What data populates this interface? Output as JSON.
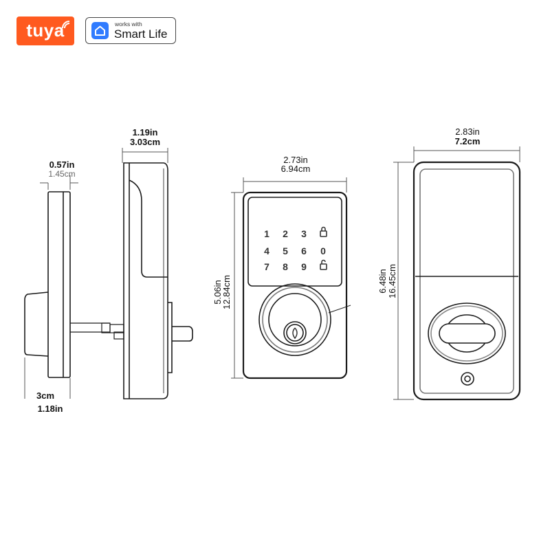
{
  "logos": {
    "tuya": {
      "label": "tuya",
      "color": "#ff5a1f"
    },
    "smart_life": {
      "small_text": "works with",
      "big_text": "Smart Life",
      "icon": "home-icon",
      "icon_color": "#2f7bff"
    }
  },
  "side_view_left": {
    "depth_in": "0.57in",
    "depth_cm": "1.45cm",
    "thickness_cm": "3cm",
    "thickness_in": "1.18in"
  },
  "side_view_right": {
    "depth_in": "1.19in",
    "depth_cm": "3.03cm"
  },
  "front_view_keypad": {
    "width_in": "2.73in",
    "width_cm": "6.94cm",
    "height_in": "5.06in",
    "height_cm": "12.84cm",
    "keys": [
      "1",
      "2",
      "3",
      "lock",
      "4",
      "5",
      "6",
      "0",
      "7",
      "8",
      "9",
      "unlock"
    ]
  },
  "back_view": {
    "width_in": "2.83in",
    "width_cm": "7.2cm",
    "height_in": "6.48in",
    "height_cm": "16.45cm"
  },
  "colors": {
    "line": "#1a1a1a",
    "dim_line": "#555555"
  }
}
